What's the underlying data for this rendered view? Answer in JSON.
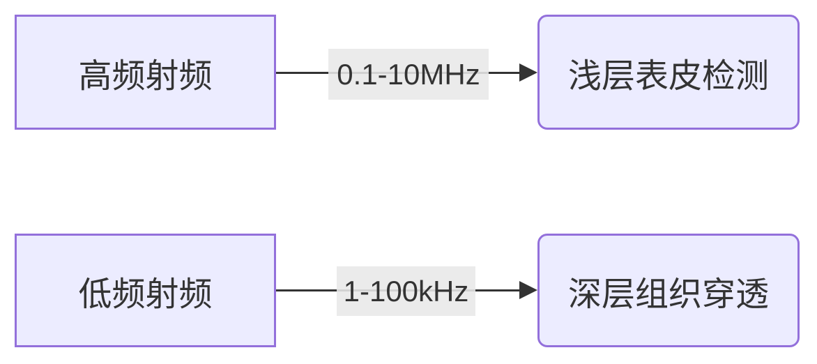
{
  "diagram": {
    "type": "flowchart-left-right",
    "nodes": [
      {
        "id": "A",
        "label": "高频射频",
        "shape": "rectangle"
      },
      {
        "id": "B",
        "label": "浅层表皮检测",
        "shape": "rounded-rectangle"
      },
      {
        "id": "C",
        "label": "低频射频",
        "shape": "rectangle"
      },
      {
        "id": "D",
        "label": "深层组织穿透",
        "shape": "rounded-rectangle"
      }
    ],
    "edges": [
      {
        "from": "高频射频",
        "to": "浅层表皮检测",
        "label": "0.1-10MHz",
        "arrow": "filled-right"
      },
      {
        "from": "低频射频",
        "to": "深层组织穿透",
        "label": "1-100kHz",
        "arrow": "filled-right"
      }
    ],
    "colors": {
      "node_fill": "#ECECFF",
      "node_border": "#9370DB",
      "text": "#333333",
      "edge_line": "#333333",
      "edge_label_background": "#E8E8E8",
      "page_background": "#FFFFFF"
    }
  }
}
